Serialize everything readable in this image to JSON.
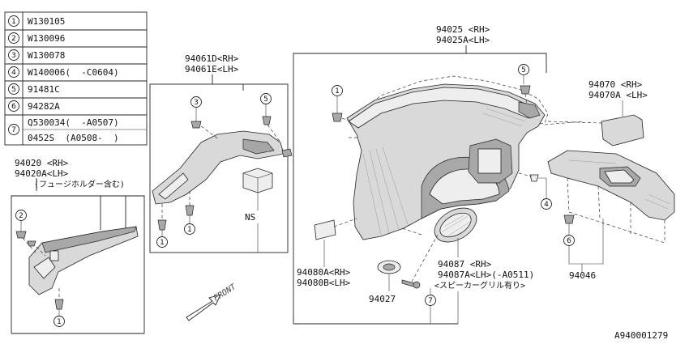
{
  "legend": [
    {
      "num": "1",
      "code": "W130105"
    },
    {
      "num": "2",
      "code": "W130096"
    },
    {
      "num": "3",
      "code": "W130078"
    },
    {
      "num": "4",
      "code": "W140006(  -C0604)"
    },
    {
      "num": "5",
      "code": "91481C"
    },
    {
      "num": "6",
      "code": "94282A"
    },
    {
      "num": "7",
      "code": "Q530034(  -A0507)"
    },
    {
      "num": "7b",
      "code": "0452S  (A0508-  )"
    }
  ],
  "callouts": {
    "c1": "1",
    "c2": "2",
    "c3": "3",
    "c4": "4",
    "c5": "5",
    "c6": "6",
    "c7": "7"
  },
  "labels": {
    "p94061_rh": "94061D<RH>",
    "p94061_lh": "94061E<LH>",
    "p94025_rh": "94025 <RH>",
    "p94025_lh": "94025A<LH>",
    "p94070_rh": "94070 <RH>",
    "p94070_lh": "94070A <LH>",
    "p94020_rh": "94020 <RH>",
    "p94020_lh": "94020A<LH>",
    "p94020_note": "(フュージホルダー含む)",
    "ns": "NS",
    "p94080_rh": "94080A<RH>",
    "p94080_lh": "94080B<LH>",
    "p94087_rh": "94087 <RH>",
    "p94087_lh": "94087A<LH>(-A0511)",
    "p94087_note": "<スピーカーグリル有り>",
    "p94027": "94027",
    "p94046": "94046",
    "front": "FRONT",
    "figure_id": "A940001279"
  }
}
